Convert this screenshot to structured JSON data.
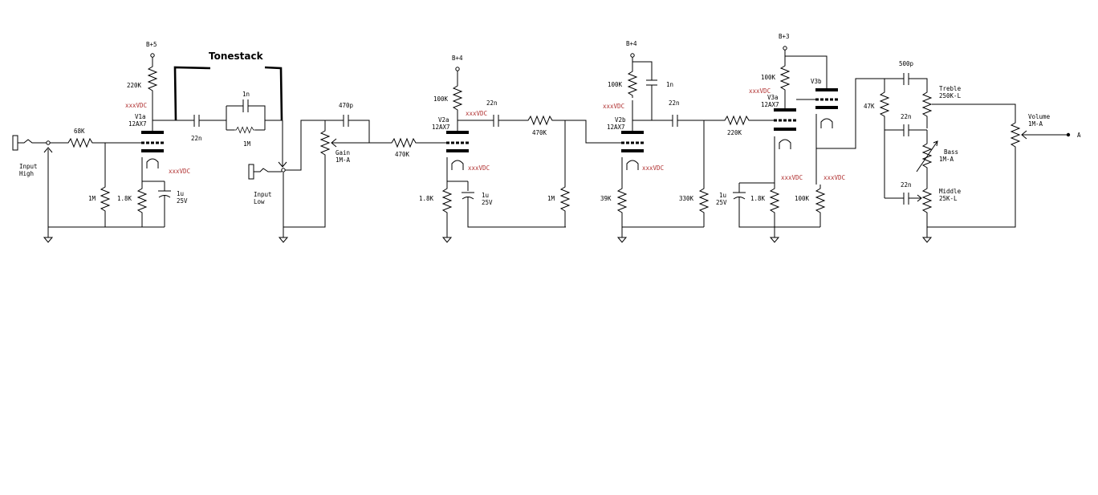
{
  "title": "Tonestack",
  "rails": [
    "B+5",
    "B+4",
    "B+4",
    "B+3"
  ],
  "tubes": [
    {
      "id": "V1a",
      "type": "12AX7"
    },
    {
      "id": "V2a",
      "type": "12AX7"
    },
    {
      "id": "V2b",
      "type": "12AX7"
    },
    {
      "id": "V3a",
      "type": "12AX7"
    },
    {
      "id": "V3b",
      "type": ""
    }
  ],
  "voltage_label": "xxxVDC",
  "inputs": {
    "high_1": "Input",
    "high_2": "High",
    "low_1": "Input",
    "low_2": "Low"
  },
  "pots": {
    "gain_1": "Gain",
    "gain_2": "1M-A",
    "treble_1": "Treble",
    "treble_2": "250K-L",
    "bass_1": "Bass",
    "bass_2": "1M-A",
    "middle_1": "Middle",
    "middle_2": "25K-L",
    "volume_1": "Volume",
    "volume_2": "1M-A"
  },
  "output_label": "A",
  "components": {
    "r_68k": "68K",
    "r_220k_v1": "220K",
    "r_1m_in": "1M",
    "r_1k8_v1": "1.8K",
    "c_1u_v1_1": "1u",
    "c_1u_v1_2": "25V",
    "c_22n_1": "22n",
    "c_1n_1": "1n",
    "r_1m_ts": "1M",
    "c_470p": "470p",
    "r_470k_1": "470K",
    "r_100k_v2a": "100K",
    "r_1k8_v2a": "1.8K",
    "c_1u_v2a_1": "1u",
    "c_1u_v2a_2": "25V",
    "c_22n_2": "22n",
    "r_470k_2": "470K",
    "r_1m_2": "1M",
    "r_100k_v2b": "100K",
    "c_1n_2": "1n",
    "r_39k": "39K",
    "c_22n_3": "22n",
    "r_330k": "330K",
    "r_220k_2": "220K",
    "r_100k_v3a": "100K",
    "c_1u_v3_1": "1u",
    "c_1u_v3_2": "25V",
    "r_1k8_v3": "1.8K",
    "r_100k_v3b": "100K",
    "c_500p": "500p",
    "r_47k": "47K",
    "c_22n_4": "22n",
    "c_22n_5": "22n"
  }
}
